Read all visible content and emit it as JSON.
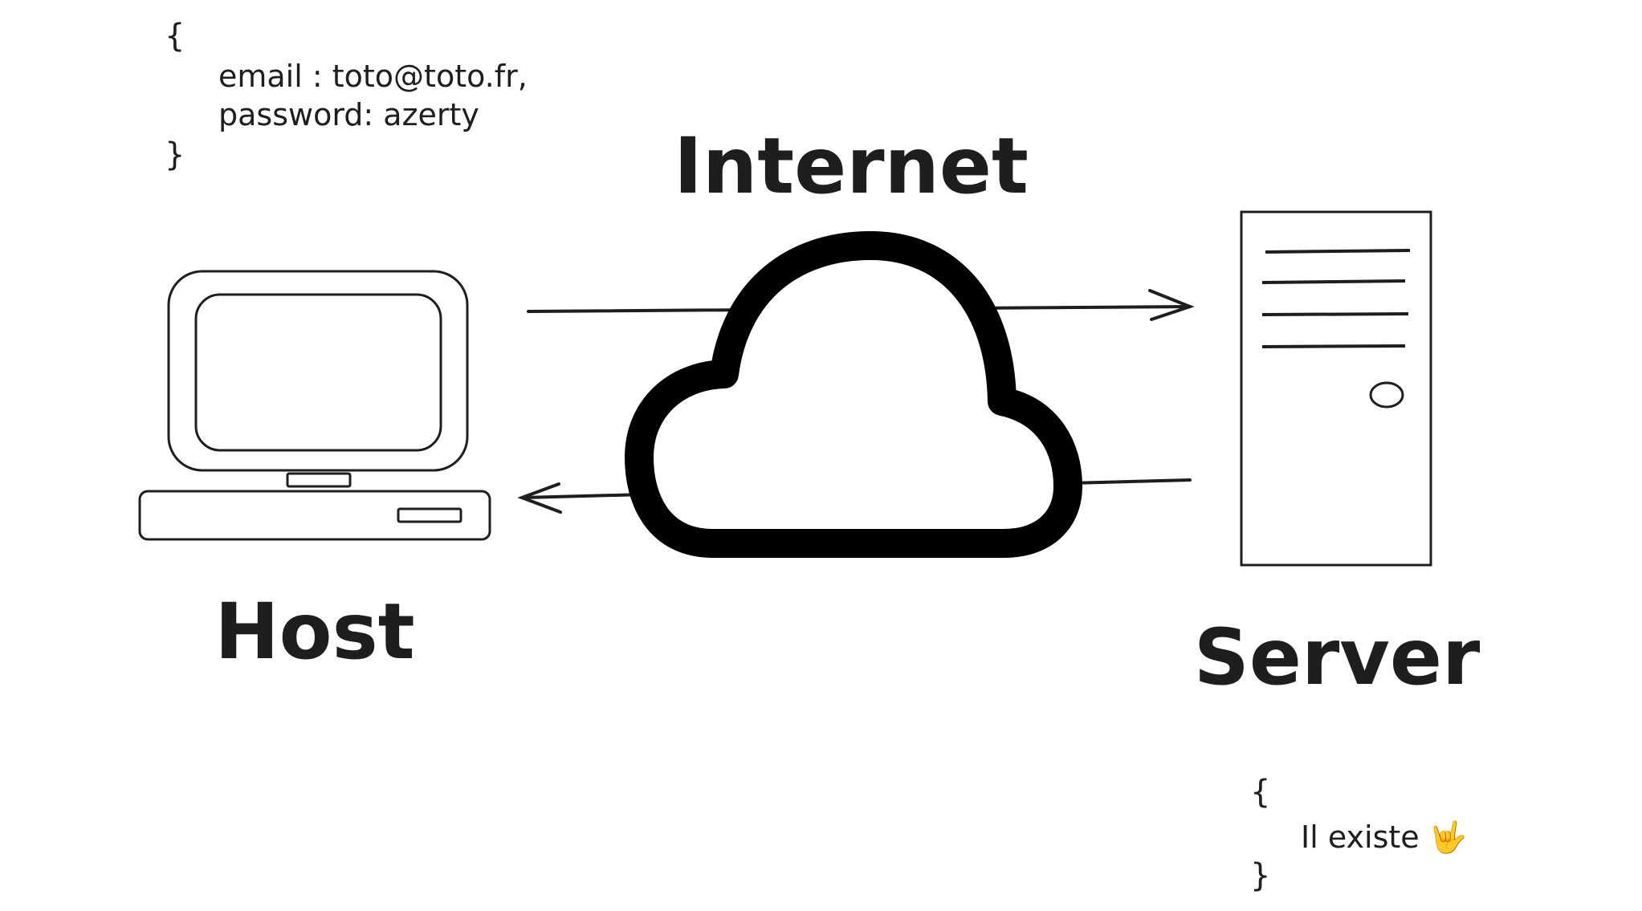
{
  "labels": {
    "internet": "Internet",
    "host": "Host",
    "server": "Server"
  },
  "request": {
    "open": "{",
    "line1": "email : toto@toto.fr,",
    "line2": "password: azerty",
    "close": "}"
  },
  "response": {
    "open": "{",
    "line1": "Il existe 🤟",
    "close": "}"
  },
  "colors": {
    "stroke": "#1e1e1e",
    "background": "#ffffff"
  }
}
